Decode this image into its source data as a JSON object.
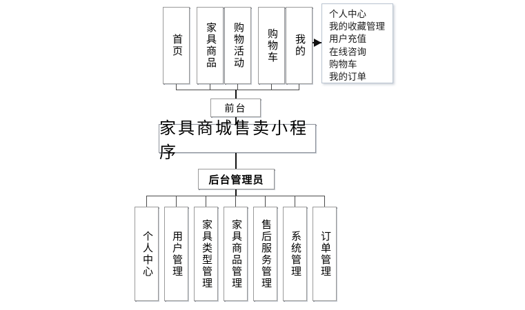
{
  "diagram": {
    "title": "家具商城售卖小程序",
    "front_end": {
      "label": "前台",
      "modules": [
        {
          "label": "首页"
        },
        {
          "label": "家具商品"
        },
        {
          "label": "购物活动"
        },
        {
          "label": "购物车"
        },
        {
          "label": "我的"
        }
      ],
      "my_popup": {
        "items": [
          "个人中心",
          "我的收藏管理",
          "用户充值",
          "在线咨询",
          "购物车",
          "我的订单"
        ]
      }
    },
    "back_end": {
      "label": "后台管理员",
      "modules": [
        {
          "label": "个人中心"
        },
        {
          "label": "用户管理"
        },
        {
          "label": "家具类型管理"
        },
        {
          "label": "家具商品管理"
        },
        {
          "label": "售后服务管理"
        },
        {
          "label": "系统管理"
        },
        {
          "label": "订单管理"
        }
      ]
    }
  },
  "colors": {
    "box_border": "#9a9a9a",
    "line": "#4a4a4a",
    "panel_border": "#b9c3cf",
    "text": "#000000"
  }
}
